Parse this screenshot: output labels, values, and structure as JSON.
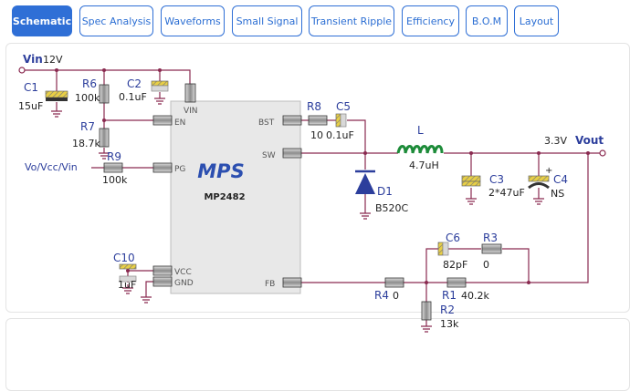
{
  "tabs": [
    {
      "label": "Schematic",
      "active": true
    },
    {
      "label": "Spec Analysis",
      "active": false
    },
    {
      "label": "Waveforms",
      "active": false
    },
    {
      "label": "Small Signal",
      "active": false
    },
    {
      "label": "Transient Ripple",
      "active": false
    },
    {
      "label": "Efficiency",
      "active": false
    },
    {
      "label": "B.O.M",
      "active": false
    },
    {
      "label": "Layout",
      "active": false
    }
  ],
  "colors": {
    "accent": "#2f6fd6",
    "wire": "#8a2a50",
    "component": "#2c3e9c",
    "cap_fill": "#e3c63a",
    "chip_fill": "#e8e8e8"
  },
  "schematic": {
    "vin_label": "Vin",
    "vin_value": "12V",
    "vout_label": "Vout",
    "vout_value": "3.3V",
    "vo_vcc_vin_label": "Vo/Vcc/Vin",
    "chip": {
      "logo": "MPS",
      "part": "MP2482",
      "pins": {
        "vin": "VIN",
        "en": "EN",
        "pg": "PG",
        "vcc": "VCC",
        "gnd": "GND",
        "bst": "BST",
        "sw": "SW",
        "fb": "FB"
      }
    },
    "components": {
      "C1": {
        "name": "C1",
        "value": "15uF"
      },
      "R6": {
        "name": "R6",
        "value": "100k"
      },
      "C2": {
        "name": "C2",
        "value": "0.1uF"
      },
      "R7": {
        "name": "R7",
        "value": "18.7k"
      },
      "R9": {
        "name": "R9",
        "value": "100k"
      },
      "R8": {
        "name": "R8",
        "value": "10"
      },
      "C5": {
        "name": "C5",
        "value": "0.1uF"
      },
      "L": {
        "name": "L",
        "value": "4.7uH"
      },
      "D1": {
        "name": "D1",
        "value": "B520C"
      },
      "C3": {
        "name": "C3",
        "value": "2*47uF"
      },
      "C4": {
        "name": "C4",
        "value": "NS"
      },
      "C10": {
        "name": "C10",
        "value": "1uF"
      },
      "C6": {
        "name": "C6",
        "value": "82pF"
      },
      "R3": {
        "name": "R3",
        "value": "0"
      },
      "R4": {
        "name": "R4",
        "value": "0"
      },
      "R1": {
        "name": "R1",
        "value": "40.2k"
      },
      "R2": {
        "name": "R2",
        "value": "13k"
      }
    }
  }
}
